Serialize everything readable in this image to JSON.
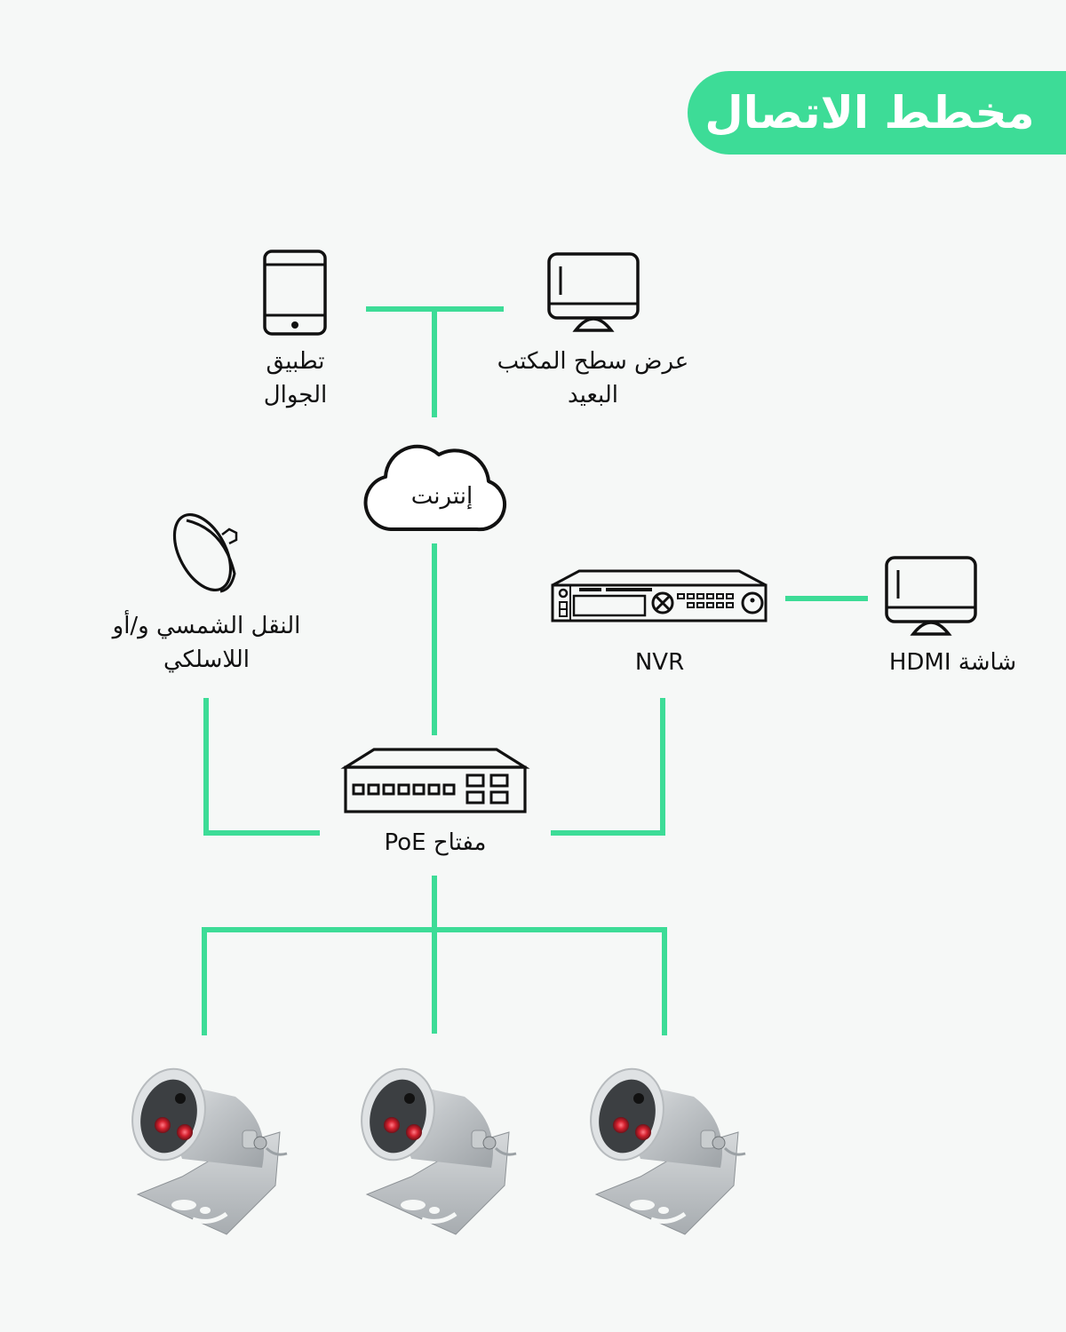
{
  "title": "مخطط الاتصال",
  "accent_color": "#3ddc97",
  "nodes": {
    "mobile_app": {
      "label_line1": "تطبيق",
      "label_line2": "الجوال",
      "icon": "tablet-icon"
    },
    "remote_desktop": {
      "label_line1": "عرض سطح المكتب",
      "label_line2": "البعيد",
      "icon": "monitor-icon"
    },
    "internet": {
      "label": "إنترنت",
      "icon": "cloud-icon"
    },
    "solar_wireless": {
      "label_line1": "النقل الشمسي و/أو",
      "label_line2": "اللاسلكي",
      "icon": "satellite-dish-icon"
    },
    "nvr": {
      "label": "NVR",
      "icon": "nvr-recorder-icon"
    },
    "hdmi_monitor": {
      "label": "شاشة HDMI",
      "icon": "monitor-icon"
    },
    "poe_switch": {
      "label": "مفتاح PoE",
      "icon": "network-switch-icon"
    },
    "cameras": [
      {
        "icon": "camera-icon"
      },
      {
        "icon": "camera-icon"
      },
      {
        "icon": "camera-icon"
      }
    ]
  }
}
